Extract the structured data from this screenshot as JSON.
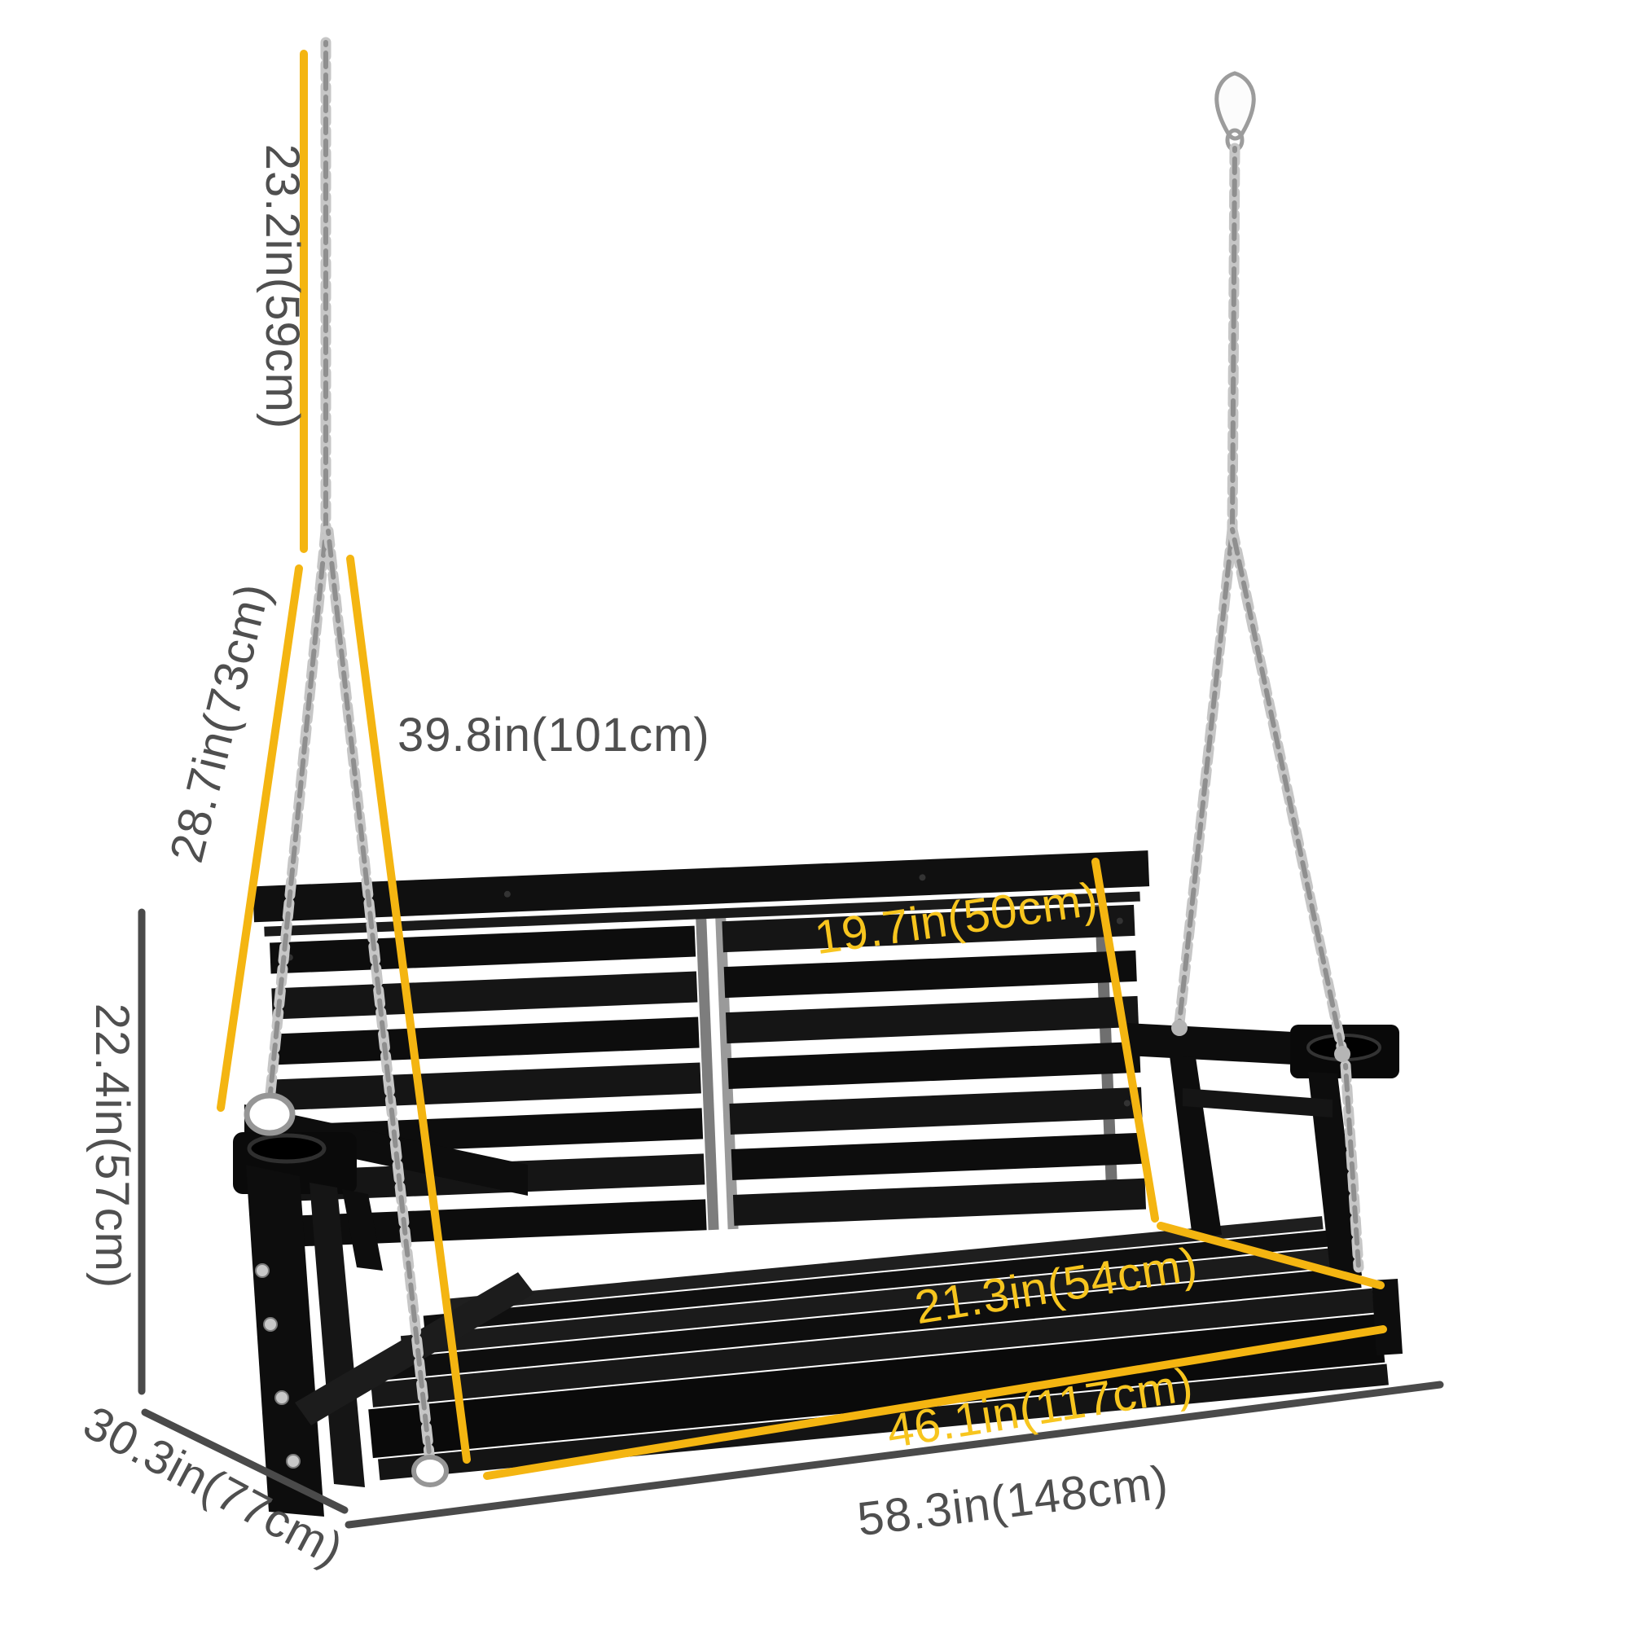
{
  "diagram": {
    "title": "porch swing dimension diagram",
    "dimensions": {
      "upper_chain": "23.2in(59cm)",
      "lower_chain_left": "28.7in(73cm)",
      "chain_to_seat": "39.8in(101cm)",
      "backrest_height": "19.7in(50cm)",
      "side_height": "22.4in(57cm)",
      "seat_depth": "21.3in(54cm)",
      "seat_width": "46.1in(117cm)",
      "overall_width": "58.3in(148cm)",
      "overall_depth": "30.3in(77cm)"
    },
    "colors": {
      "dimension_line_yellow": "#F4B511",
      "dimension_text_yellow": "#F7C51E",
      "dimension_text_gray": "#4F4F4F",
      "dimension_line_gray": "#4A4A4A",
      "bench_black": "#0D0D0D",
      "chain_silver": "#C6C6C6",
      "background": "#FFFFFF"
    }
  }
}
